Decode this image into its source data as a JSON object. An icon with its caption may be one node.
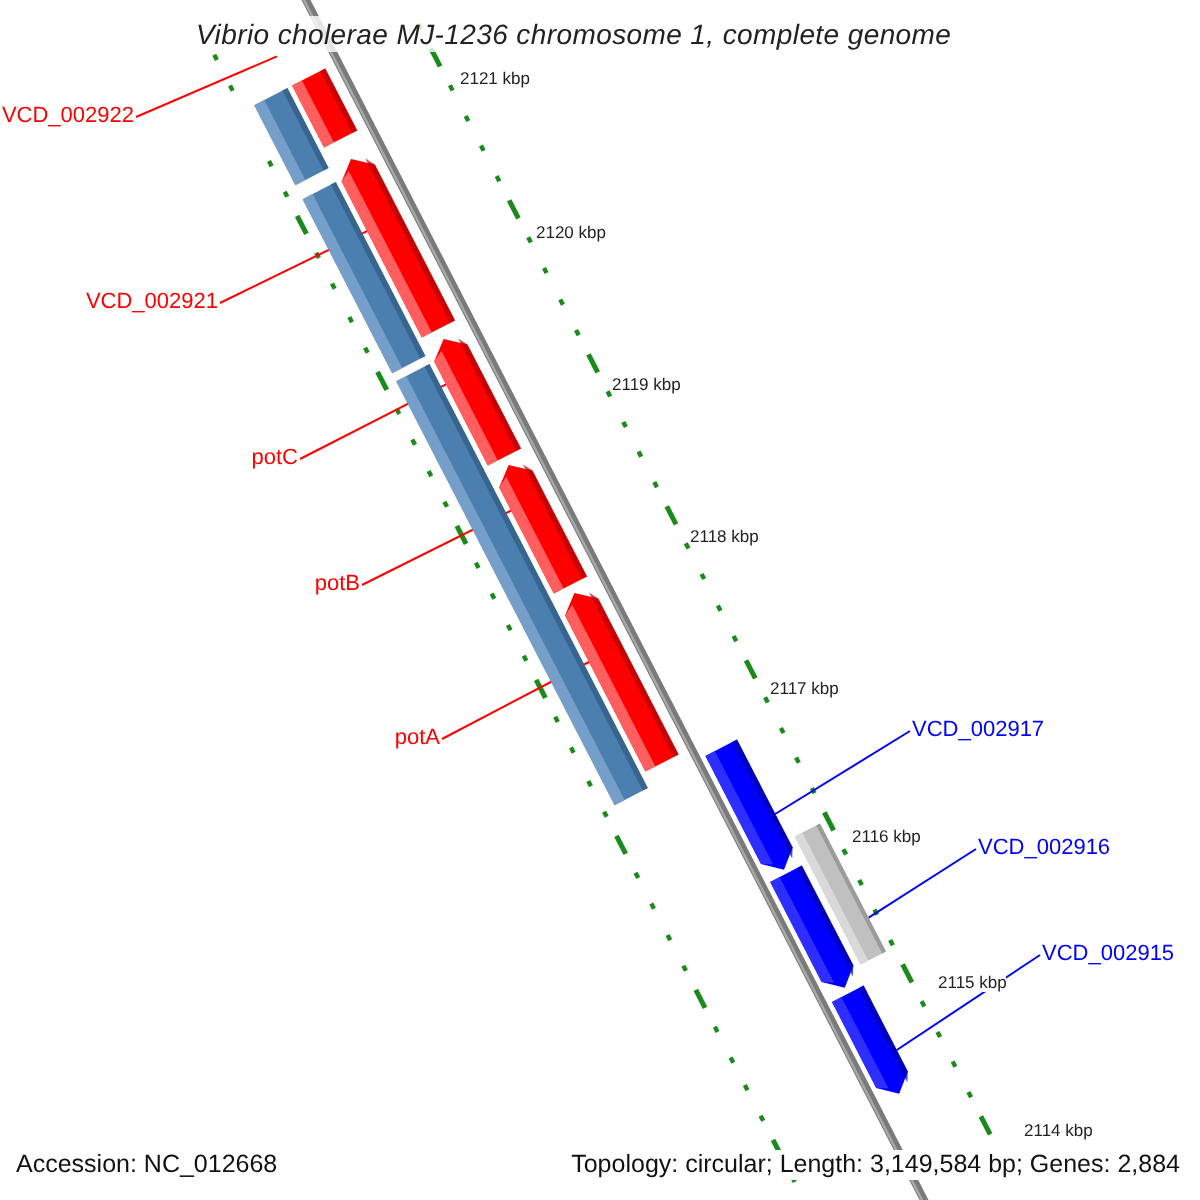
{
  "diagram": {
    "title": "Vibrio cholerae MJ-1236 chromosome 1, complete genome",
    "nodes": [
      {
        "text": [
          "VCD_002922"
        ]
      },
      {
        "text": [
          "VCD_002921"
        ]
      },
      {
        "text": [
          "potC"
        ]
      },
      {
        "text": [
          "potB"
        ]
      },
      {
        "text": [
          "potA"
        ]
      },
      {
        "text": [
          "VCD_002917"
        ]
      },
      {
        "text": [
          "VCD_002916"
        ]
      },
      {
        "text": [
          "VCD_002915"
        ]
      },
      {
        "text": [],
        "shape": "arrow"
      },
      {
        "text": [],
        "shape": "arrow"
      },
      {
        "text": [],
        "shape": "arrow"
      },
      {
        "text": [],
        "shape": "arrow"
      },
      {
        "text": [],
        "shape": "arrow"
      },
      {
        "text": [],
        "shape": "arrow"
      },
      {
        "text": [],
        "shape": "bar"
      },
      {
        "text": [],
        "shape": "arrow"
      },
      {
        "text": [],
        "shape": "arrow"
      }
    ],
    "edges": [
      {
        "from": 0,
        "to": 8,
        "arrow": "none"
      },
      {
        "from": 1,
        "to": 9,
        "arrow": "none"
      },
      {
        "from": 2,
        "to": 10,
        "arrow": "none"
      },
      {
        "from": 3,
        "to": 11,
        "arrow": "none"
      },
      {
        "from": 4,
        "to": 12,
        "arrow": "none"
      },
      {
        "from": 5,
        "to": 13,
        "arrow": "none",
        "color": "#0000ff"
      },
      {
        "from": 6,
        "to": 14,
        "arrow": "none",
        "color": "#0000ff"
      },
      {
        "from": 7,
        "to": 16,
        "arrow": "none",
        "color": "#0000ff"
      }
    ],
    "labels": [
      "2121 kbp",
      "2120 kbp",
      "2119 kbp",
      "2118 kbp",
      "2117 kbp",
      "2116 kbp",
      "2115 kbp",
      "2114 kbp",
      "Accession: NC_012668",
      "Topology: circular; Length: 3,149,584 bp; Genes: 2,884"
    ]
  }
}
